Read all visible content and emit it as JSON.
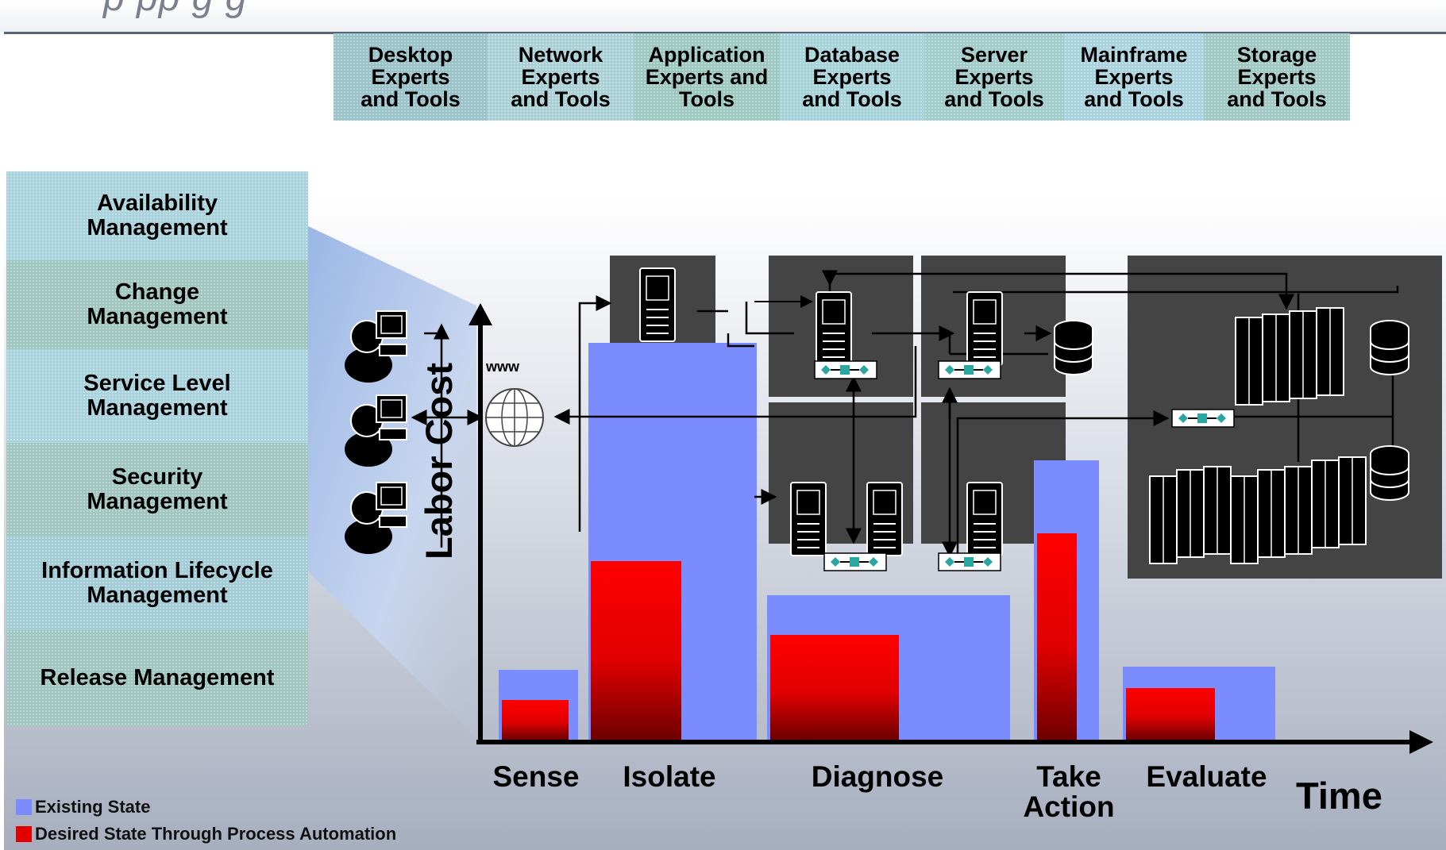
{
  "experts": [
    {
      "label": "Desktop\nExperts\nand Tools",
      "color": "#99c2c8"
    },
    {
      "label": "Network\nExperts\nand Tools",
      "color": "#a9d0d6"
    },
    {
      "label": "Application\nExperts and\nTools",
      "color": "#9cc7c0"
    },
    {
      "label": "Database\nExperts\nand Tools",
      "color": "#a6d2da"
    },
    {
      "label": "Server\nExperts\nand Tools",
      "color": "#9fcbc9"
    },
    {
      "label": "Mainframe\nExperts\nand Tools",
      "color": "#a9d3de"
    },
    {
      "label": "Storage\nExperts\nand Tools",
      "color": "#a0c9c3"
    }
  ],
  "disciplines": [
    {
      "label": "Availability\nManagement",
      "color": "#a8d2dc"
    },
    {
      "label": "Change\nManagement",
      "color": "#9fc5bf"
    },
    {
      "label": "Service Level\nManagement",
      "color": "#a8d2dc"
    },
    {
      "label": "Security\nManagement",
      "color": "#9fc5bf"
    },
    {
      "label": "Information Lifecycle\nManagement",
      "color": "#a2cbd6"
    },
    {
      "label": "Release Management",
      "color": "#9fc5bf"
    }
  ],
  "axis": {
    "y_label": "Labor Cost",
    "x_label": "Time"
  },
  "www_label": "www",
  "chart_data": {
    "type": "bar",
    "categories": [
      "Sense",
      "Isolate",
      "Diagnose",
      "Take\nAction",
      "Evaluate"
    ],
    "series": [
      {
        "name": "Existing State",
        "values": [
          88,
          500,
          182,
          352,
          92
        ],
        "color": "#7b8cff"
      },
      {
        "name": "Desired State Through Process Automation",
        "values": [
          50,
          225,
          132,
          260,
          65
        ],
        "color": "#ff0000"
      }
    ],
    "legend_position": "bottom-left",
    "grid": false
  },
  "legend": [
    {
      "label": "Existing State",
      "color": "#7b8cff"
    },
    {
      "label": "Desired State Through Process Automation",
      "color": "#ff0000"
    }
  ],
  "icons": [
    "user-at-computer-icon",
    "globe-icon",
    "server-tower-icon",
    "database-cylinder-icon",
    "mainframe-cabinet-icon",
    "connector-icon"
  ],
  "title_fragment": "p                              pp                                                                   g                                 g"
}
